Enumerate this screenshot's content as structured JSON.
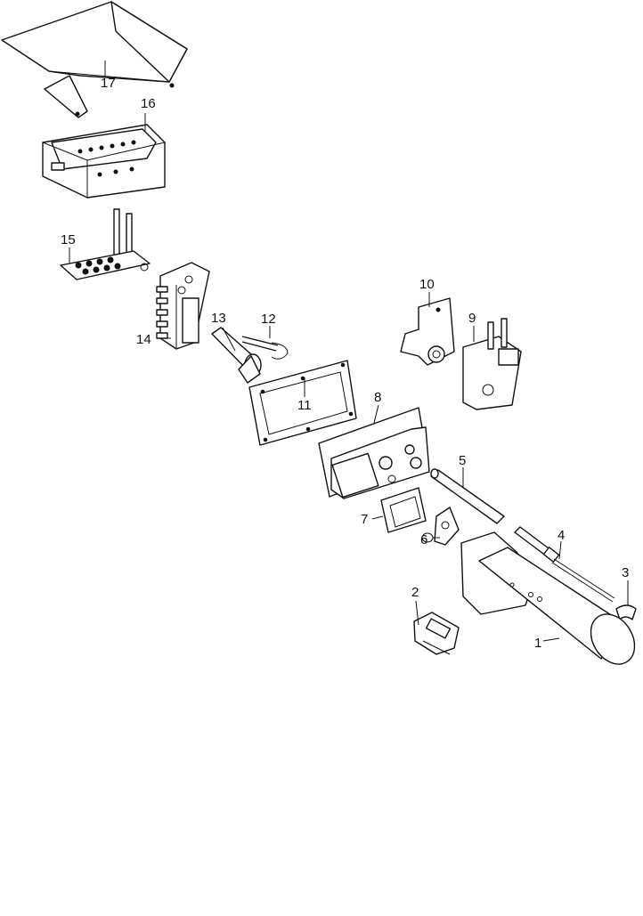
{
  "parts": [
    {
      "id": "1",
      "label": "1"
    },
    {
      "id": "2",
      "label": "2"
    },
    {
      "id": "3",
      "label": "3"
    },
    {
      "id": "4",
      "label": "4"
    },
    {
      "id": "5",
      "label": "5"
    },
    {
      "id": "6",
      "label": "6"
    },
    {
      "id": "7",
      "label": "7"
    },
    {
      "id": "8",
      "label": "8"
    },
    {
      "id": "9",
      "label": "9"
    },
    {
      "id": "10",
      "label": "10"
    },
    {
      "id": "11",
      "label": "11"
    },
    {
      "id": "12",
      "label": "12"
    },
    {
      "id": "13",
      "label": "13"
    },
    {
      "id": "14",
      "label": "14"
    },
    {
      "id": "15",
      "label": "15"
    },
    {
      "id": "16",
      "label": "16"
    },
    {
      "id": "17",
      "label": "17"
    }
  ]
}
